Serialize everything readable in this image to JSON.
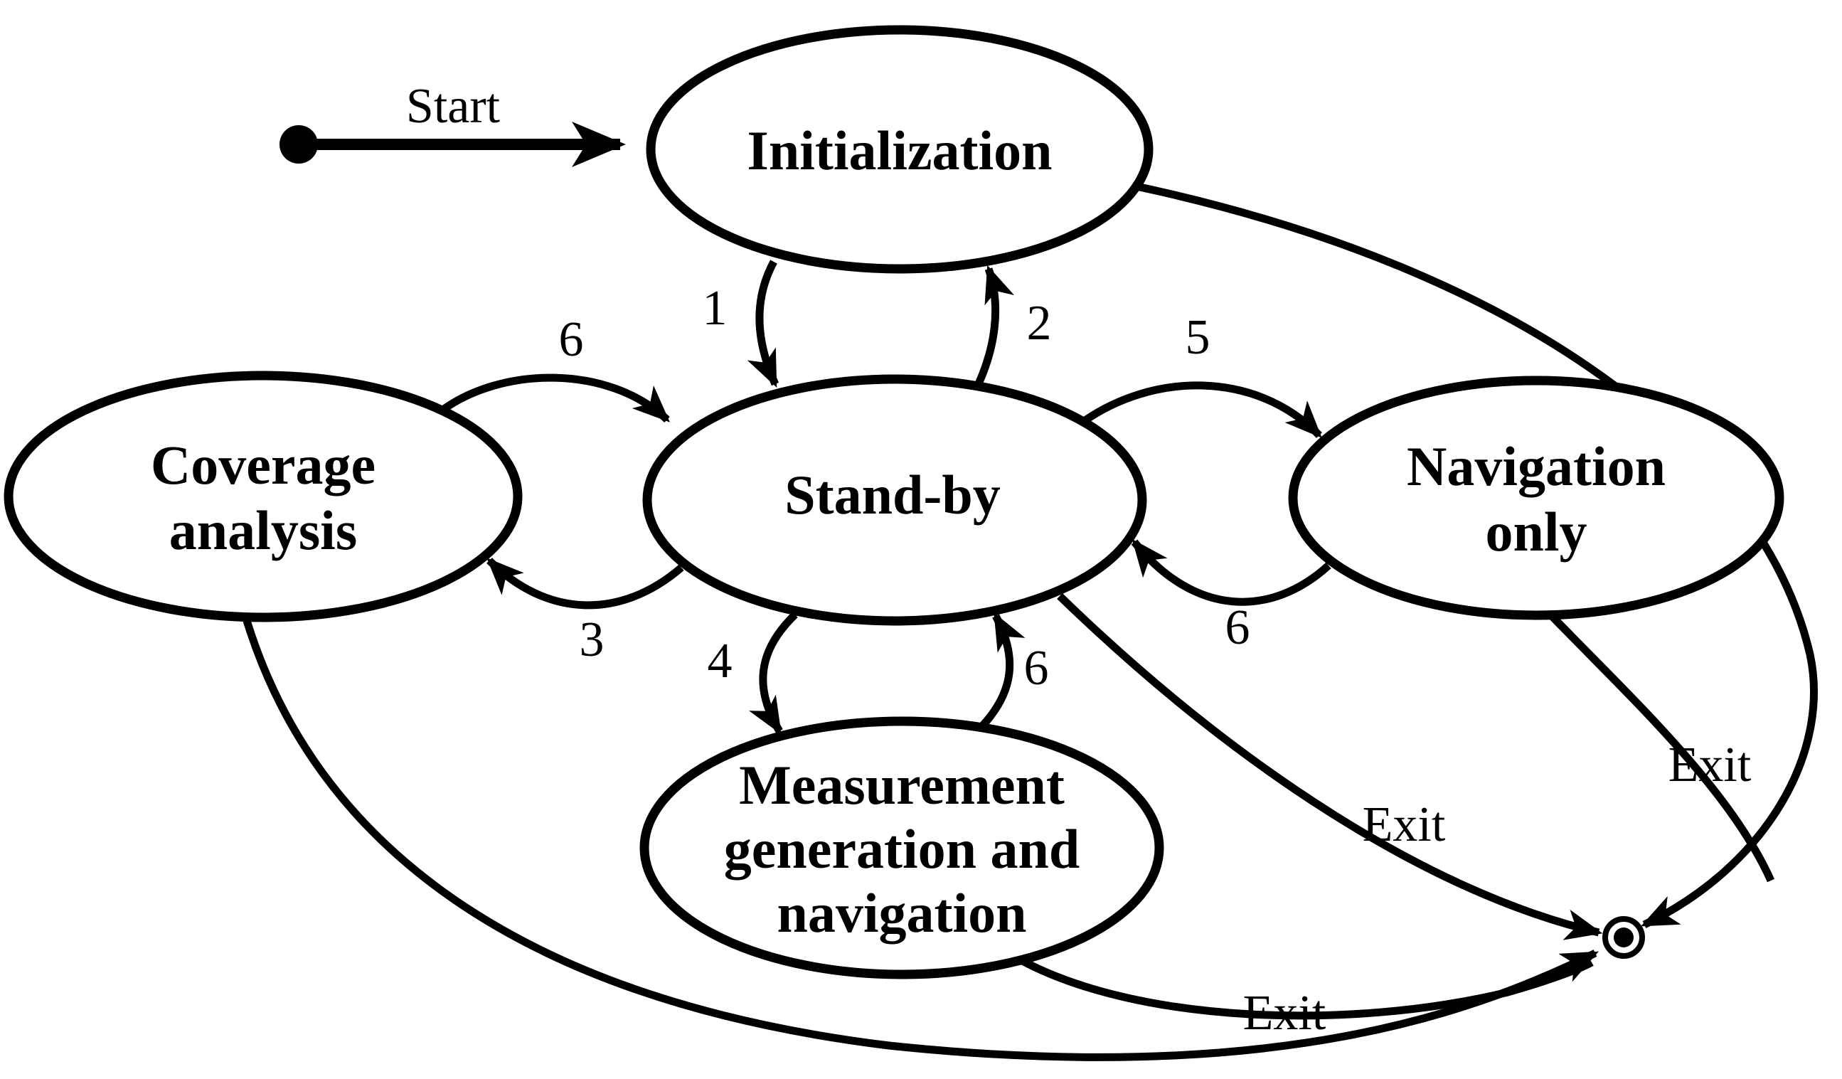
{
  "colors": {
    "background": "#ffffff",
    "ink": "#000000"
  },
  "diagram": {
    "type": "uml-state-machine",
    "states": {
      "initialization": {
        "lines": [
          "Initialization"
        ]
      },
      "stand_by": {
        "lines": [
          "Stand-by"
        ]
      },
      "coverage_analysis": {
        "lines": [
          "Coverage",
          "analysis"
        ]
      },
      "navigation_only": {
        "lines": [
          "Navigation",
          "only"
        ]
      },
      "measurement_generation_and_navigation": {
        "lines": [
          "Measurement",
          "generation and",
          "navigation"
        ]
      }
    },
    "start_node": {
      "shape": "filled-circle"
    },
    "end_node": {
      "shape": "final-state-bullseye"
    },
    "transitions": {
      "start_to_initialization": {
        "from": "start",
        "to": "initialization",
        "label": "Start"
      },
      "initialization_to_standby": {
        "from": "initialization",
        "to": "stand_by",
        "label": "1"
      },
      "standby_to_initialization": {
        "from": "stand_by",
        "to": "initialization",
        "label": "2"
      },
      "standby_to_coverage": {
        "from": "stand_by",
        "to": "coverage_analysis",
        "label": "3"
      },
      "standby_to_measurement": {
        "from": "stand_by",
        "to": "measurement_generation_and_navigation",
        "label": "4"
      },
      "standby_to_navigation": {
        "from": "stand_by",
        "to": "navigation_only",
        "label": "5"
      },
      "coverage_to_standby": {
        "from": "coverage_analysis",
        "to": "stand_by",
        "label": "6"
      },
      "navigation_to_standby": {
        "from": "navigation_only",
        "to": "stand_by",
        "label": "6"
      },
      "measurement_to_standby": {
        "from": "measurement_generation_and_navigation",
        "to": "stand_by",
        "label": "6"
      },
      "navigation_to_end": {
        "from": "navigation_only",
        "to": "end",
        "label": "Exit"
      },
      "standby_to_end": {
        "from": "stand_by",
        "to": "end",
        "label": "Exit"
      },
      "coverage_to_end": {
        "from": "coverage_analysis",
        "to": "end",
        "label": "Exit"
      },
      "measurement_to_end": {
        "from": "measurement_generation_and_navigation",
        "to": "end",
        "label": ""
      },
      "initialization_to_end": {
        "from": "initialization",
        "to": "end",
        "label": ""
      }
    }
  }
}
